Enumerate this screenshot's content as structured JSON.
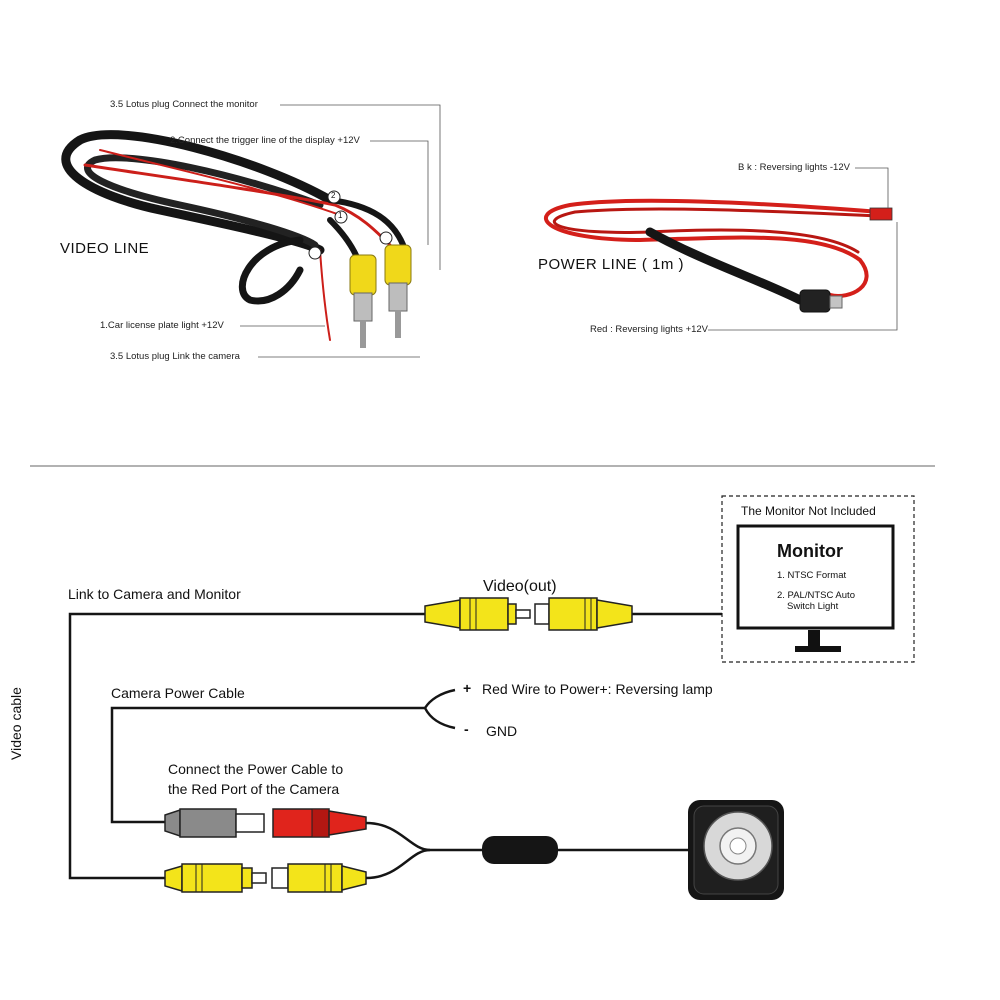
{
  "video_line": {
    "title": "VIDEO  LINE",
    "label_plug_monitor": "3.5 Lotus plug  Connect the monitor",
    "label_trigger": "2.Connect the trigger line of the display +12V",
    "label_plate_light": "1.Car license plate light +12V",
    "label_plug_camera": "3.5 Lotus plug  Link the camera",
    "marker_1": "1",
    "marker_2": "2"
  },
  "power_line": {
    "title": "POWER  LINE   ( 1m )",
    "label_black": "B k : Reversing lights -12V",
    "label_red": "Red : Reversing lights +12V"
  },
  "wiring": {
    "link_label": "Link to Camera and Monitor",
    "video_out": "Video(out)",
    "power_cable": "Camera Power Cable",
    "red_wire_sign": "+",
    "red_wire": "Red Wire to Power+: Reversing lamp",
    "gnd_sign": "-",
    "gnd": "GND",
    "connect_line1": "Connect the Power Cable to",
    "connect_line2": "the Red Port of the Camera",
    "video_cable": "Video cable"
  },
  "monitor": {
    "not_included": "The Monitor Not Included",
    "title": "Monitor",
    "item1": "1. NTSC Format",
    "item2_line1": "2. PAL/NTSC Auto",
    "item2_line2": "Switch Light"
  },
  "colors": {
    "yellow": "#f3e41a",
    "red": "#e0241c",
    "gray": "#8a8a8a",
    "cable": "#151515"
  }
}
